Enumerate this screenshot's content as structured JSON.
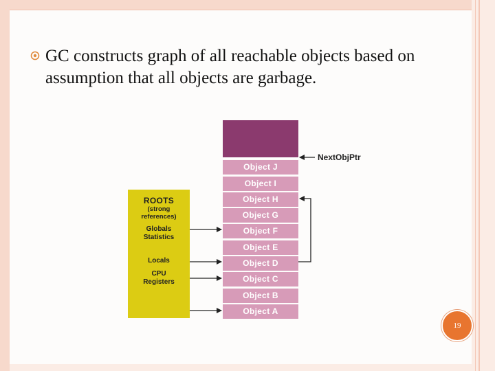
{
  "bullet": {
    "text": "GC constructs graph of all reachable objects based on assumption that all objects are garbage."
  },
  "diagram": {
    "heap_objects": [
      "Object J",
      "Object I",
      "Object H",
      "Object G",
      "Object F",
      "Object E",
      "Object D",
      "Object C",
      "Object B",
      "Object A"
    ],
    "pointer_label": "NextObjPtr",
    "roots": {
      "title": "ROOTS",
      "subtitle_line1": "(strong",
      "subtitle_line2": "references)",
      "globals": "Globals",
      "statistics": "Statistics",
      "locals": "Locals",
      "cpu": "CPU",
      "registers": "Registers"
    }
  },
  "page_number": "19",
  "colors": {
    "heap_free": "#8b3a6e",
    "heap_slot": "#d79bb8",
    "roots_box": "#dccc13",
    "page_badge": "#e8752f",
    "frame": "#f7d9cc"
  }
}
